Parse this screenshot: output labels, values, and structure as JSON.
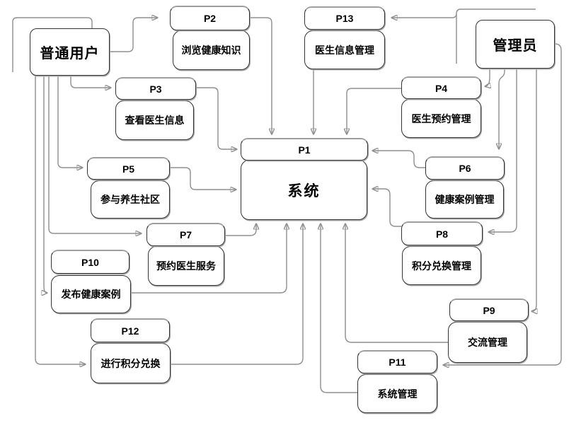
{
  "diagram": {
    "actors": [
      {
        "id": "user",
        "label": "普通用户"
      },
      {
        "id": "admin",
        "label": "管理员"
      }
    ],
    "system": {
      "id": "P1",
      "label": "系统"
    },
    "use_cases": [
      {
        "id": "P2",
        "label": "浏览健康知识"
      },
      {
        "id": "P3",
        "label": "查看医生信息"
      },
      {
        "id": "P5",
        "label": "参与养生社区"
      },
      {
        "id": "P7",
        "label": "预约医生服务"
      },
      {
        "id": "P10",
        "label": "发布健康案例"
      },
      {
        "id": "P12",
        "label": "进行积分兑换"
      },
      {
        "id": "P13",
        "label": "医生信息管理"
      },
      {
        "id": "P4",
        "label": "医生预约管理"
      },
      {
        "id": "P6",
        "label": "健康案例管理"
      },
      {
        "id": "P8",
        "label": "积分兑换管理"
      },
      {
        "id": "P9",
        "label": "交流管理"
      },
      {
        "id": "P11",
        "label": "系统管理"
      }
    ],
    "edges": [
      {
        "from": "普通用户",
        "to": "P2"
      },
      {
        "from": "普通用户",
        "to": "P3"
      },
      {
        "from": "普通用户",
        "to": "P5"
      },
      {
        "from": "普通用户",
        "to": "P7"
      },
      {
        "from": "普通用户",
        "to": "P10"
      },
      {
        "from": "普通用户",
        "to": "P12"
      },
      {
        "from": "管理员",
        "to": "P13"
      },
      {
        "from": "管理员",
        "to": "P4"
      },
      {
        "from": "管理员",
        "to": "P6"
      },
      {
        "from": "管理员",
        "to": "P8"
      },
      {
        "from": "管理员",
        "to": "P9"
      },
      {
        "from": "管理员",
        "to": "P11"
      },
      {
        "from": "P2",
        "to": "P1"
      },
      {
        "from": "P3",
        "to": "P1"
      },
      {
        "from": "P4",
        "to": "P1"
      },
      {
        "from": "P5",
        "to": "P1"
      },
      {
        "from": "P6",
        "to": "P1"
      },
      {
        "from": "P7",
        "to": "P1"
      },
      {
        "from": "P8",
        "to": "P1"
      },
      {
        "from": "P9",
        "to": "P1"
      },
      {
        "from": "P10",
        "to": "P1"
      },
      {
        "from": "P11",
        "to": "P1"
      },
      {
        "from": "P12",
        "to": "P1"
      },
      {
        "from": "P13",
        "to": "P1"
      }
    ],
    "colors": {
      "line": "#8f8f8f",
      "border": "#333333",
      "fill": "#ffffff",
      "text": "#000000"
    }
  }
}
